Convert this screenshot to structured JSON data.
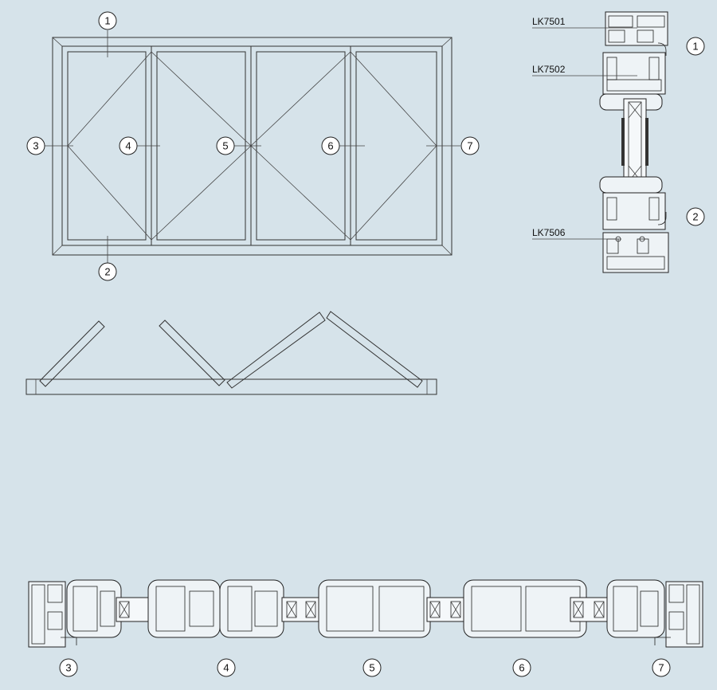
{
  "callouts": {
    "elevation": [
      "1",
      "2",
      "3",
      "4",
      "5",
      "6",
      "7"
    ],
    "section_right": [
      "1",
      "2"
    ],
    "section_bottom": [
      "3",
      "4",
      "5",
      "6",
      "7"
    ]
  },
  "profile_codes": [
    "LK7501",
    "LK7502",
    "LK7506"
  ],
  "colors": {
    "background": "#d6e3ea",
    "line": "#333333",
    "callout_fill": "#ffffff"
  }
}
